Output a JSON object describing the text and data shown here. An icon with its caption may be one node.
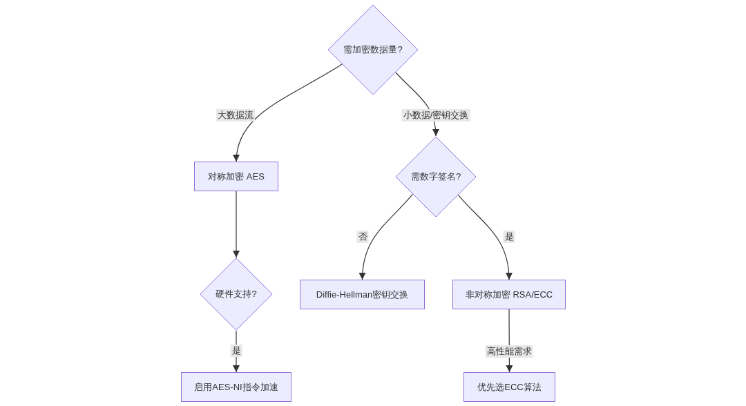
{
  "diagram": {
    "nodes": [
      {
        "text": [
          "需加密数据量?"
        ]
      },
      {
        "text": [
          "对称加密 AES"
        ]
      },
      {
        "text": [
          "需数字签名?"
        ]
      },
      {
        "text": [
          "硬件支持?"
        ]
      },
      {
        "text": [
          "Diffie-Hellman密钥交换"
        ]
      },
      {
        "text": [
          "非对称加密 RSA/ECC"
        ]
      },
      {
        "text": [
          "启用AES-NI指令加速"
        ]
      },
      {
        "text": [
          "优先选ECC算法"
        ]
      }
    ],
    "edges": [
      {
        "from": 0,
        "to": 1,
        "arrow": "to",
        "label": "大数据流"
      },
      {
        "from": 0,
        "to": 2,
        "arrow": "to",
        "label": "小数据/密钥交换"
      },
      {
        "from": 1,
        "to": 3,
        "arrow": "to"
      },
      {
        "from": 2,
        "to": 4,
        "arrow": "to",
        "label": "否"
      },
      {
        "from": 2,
        "to": 5,
        "arrow": "to",
        "label": "是"
      },
      {
        "from": 3,
        "to": 6,
        "arrow": "to",
        "label": "是"
      },
      {
        "from": 5,
        "to": 7,
        "arrow": "to",
        "label": "高性能需求"
      }
    ]
  }
}
